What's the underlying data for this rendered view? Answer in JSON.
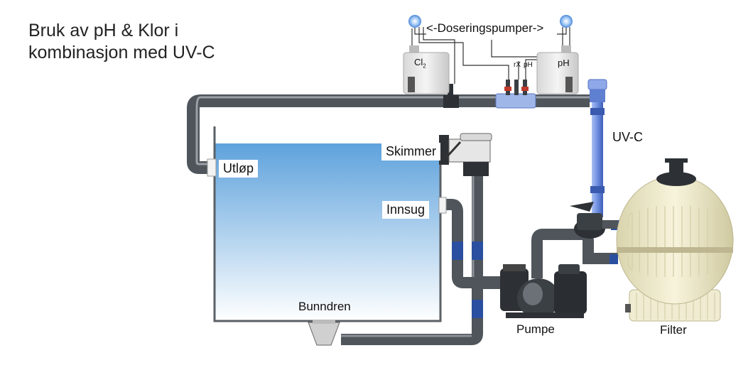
{
  "title": {
    "line1": "Bruk av pH & Klor i",
    "line2": "kombinasjon med UV-C"
  },
  "labels": {
    "dosing_pumps": "<-Doseringspumper->",
    "cl2_base": "Cl",
    "cl2_sub": "2",
    "ph_tank": "pH",
    "probe_rx": "rX",
    "probe_ph": "pH",
    "uvc": "UV-C",
    "skimmer": "Skimmer",
    "outlet": "Utløp",
    "intake": "Innsug",
    "bottom_drain": "Bunndren",
    "pump": "Pumpe",
    "filter": "Filter"
  },
  "colors": {
    "pipe": "#4f555b",
    "pipe_light": "#8a9096",
    "valve_blue": "#2a4fa0",
    "uv_blue": "#6f8fe0",
    "water_top": "#5ea2dc",
    "water_bottom": "#ffffff",
    "filter_body": "#f2efd2"
  }
}
